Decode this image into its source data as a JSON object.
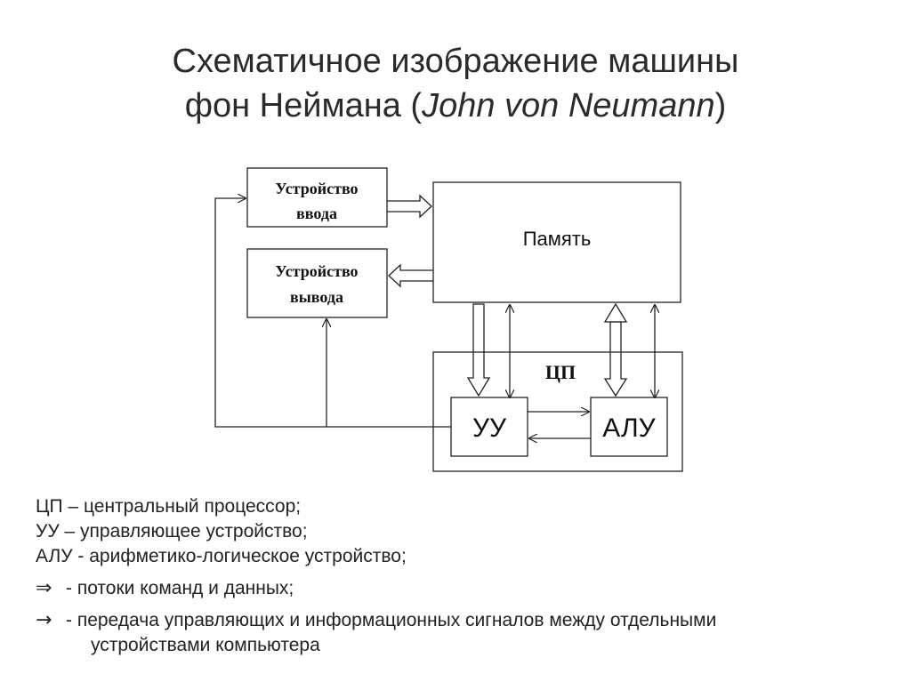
{
  "title": {
    "line1": "Схематичное изображение машины",
    "line2_prefix": "фон Неймана (",
    "line2_italic": "John von Neumann",
    "line2_suffix": ")"
  },
  "diagram": {
    "input_device": [
      "Устройство",
      "ввода"
    ],
    "output_device": [
      "Устройство",
      "вывода"
    ],
    "memory": "Память",
    "cpu": "ЦП",
    "control_unit": "УУ",
    "alu": "АЛУ"
  },
  "legend": {
    "cpu": "ЦП – центральный процессор;",
    "cu": "УУ – управляющее устройство;",
    "alu": "АЛУ - арифметико-логическое устройство;",
    "flow_symbol": "⇒",
    "flow_text": "- потоки команд и данных;",
    "signal_symbol": "→",
    "signal_text": "- передача управляющих и информационных сигналов между отдельными",
    "signal_text_cont": "устройствами компьютера"
  }
}
